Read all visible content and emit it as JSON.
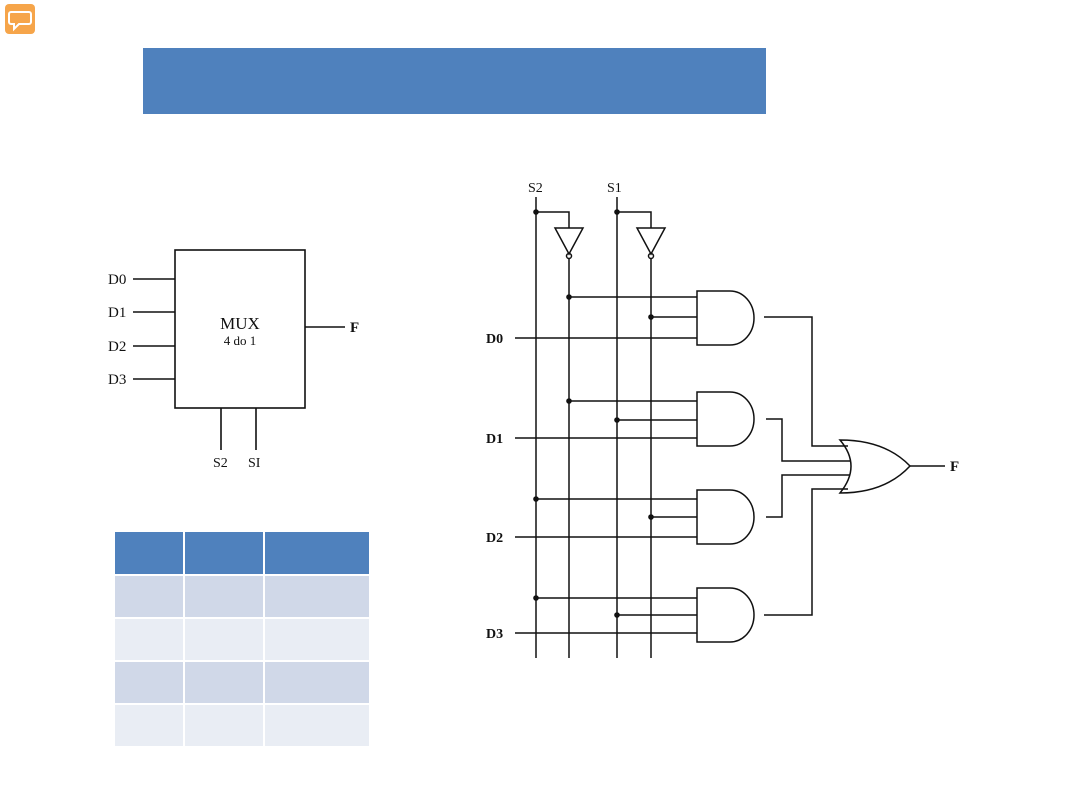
{
  "slide": {
    "title": ""
  },
  "block_diagram": {
    "box_title": "MUX",
    "box_subtitle": "4 do 1",
    "inputs": [
      "D0",
      "D1",
      "D2",
      "D3"
    ],
    "output": "F",
    "selects": [
      "S2",
      "SI"
    ]
  },
  "circuit": {
    "select_labels": [
      "S2",
      "S1"
    ],
    "data_labels": [
      "D0",
      "D1",
      "D2",
      "D3"
    ],
    "output_label": "F"
  },
  "truth_table": {
    "headers": [
      "",
      "",
      ""
    ],
    "rows": [
      [
        "",
        "",
        ""
      ],
      [
        "",
        "",
        ""
      ],
      [
        "",
        "",
        ""
      ],
      [
        "",
        "",
        ""
      ]
    ]
  },
  "colors": {
    "accent": "#4f81bd",
    "table_row_dark": "#d0d8e8",
    "table_row_light": "#e9edf4",
    "comment_icon": "#f6a54a"
  }
}
